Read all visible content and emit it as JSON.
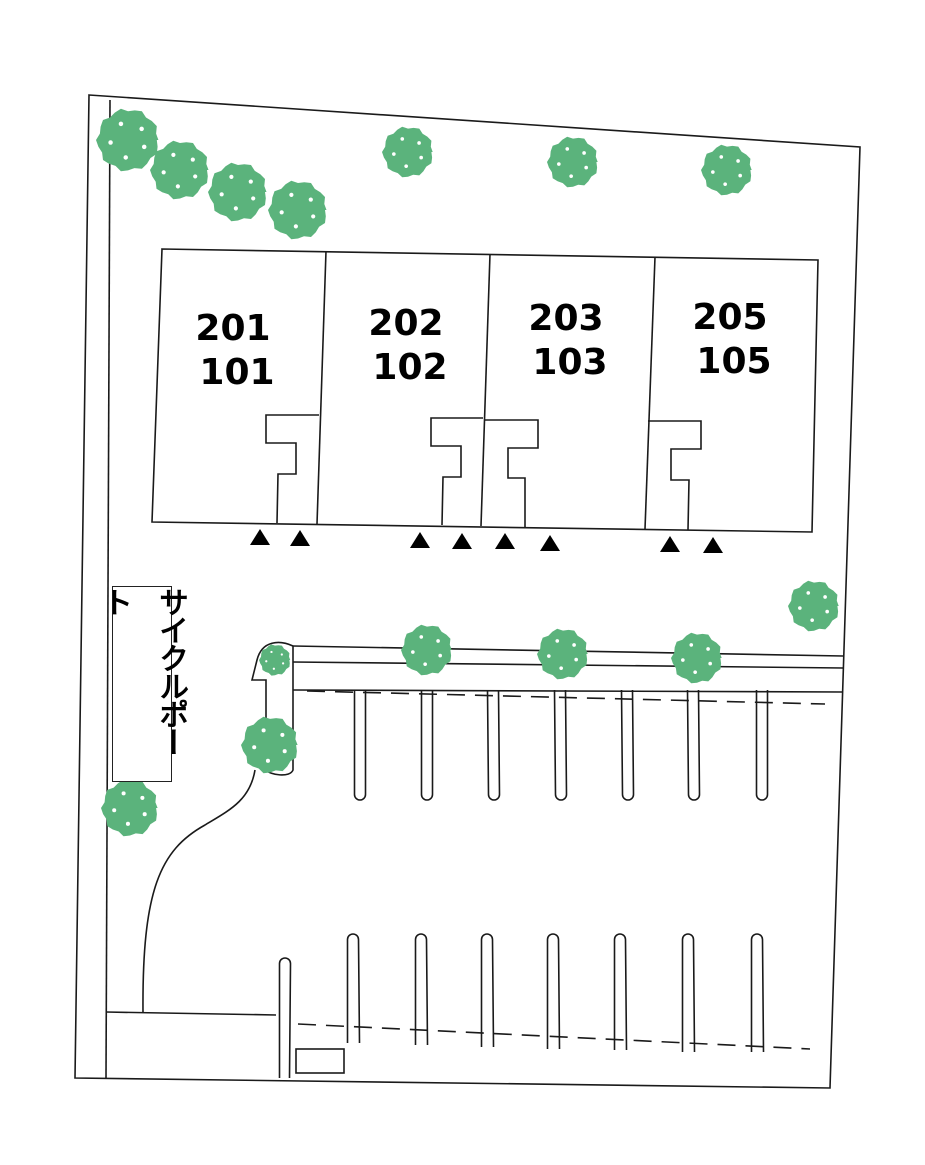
{
  "units": [
    {
      "upper": "201",
      "lower": "101"
    },
    {
      "upper": "202",
      "lower": "102"
    },
    {
      "upper": "203",
      "lower": "103"
    },
    {
      "upper": "205",
      "lower": "105"
    }
  ],
  "cycle_port": {
    "label": "サイクルポート"
  },
  "colors": {
    "tree": "#5bb37c",
    "line": "#1a1a1a"
  }
}
